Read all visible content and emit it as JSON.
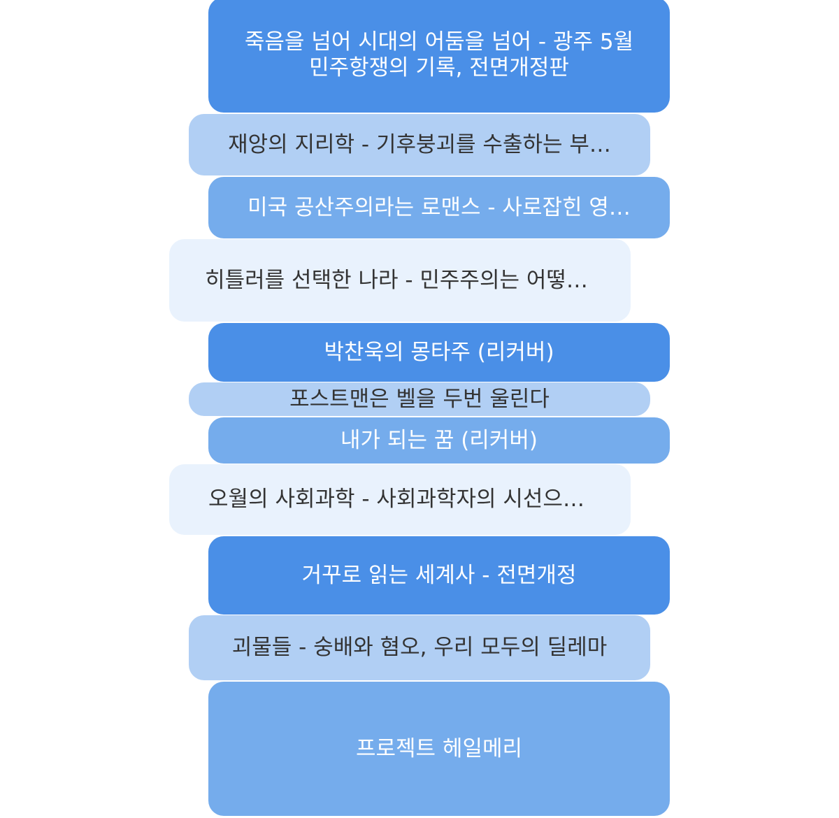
{
  "books": [
    {
      "title": "죽음을 넘어 시대의 어둠을 넘어 - 광주 5월 민주항쟁의 기록, 전면개정판"
    },
    {
      "title": "재앙의 지리학 - 기후붕괴를 수출하는 부…"
    },
    {
      "title": "미국 공산주의라는 로맨스 - 사로잡힌 영…"
    },
    {
      "title": "히틀러를 선택한 나라 - 민주주의는 어떻…"
    },
    {
      "title": "박찬욱의 몽타주 (리커버)"
    },
    {
      "title": "포스트맨은 벨을 두번 울린다"
    },
    {
      "title": "내가 되는 꿈 (리커버)"
    },
    {
      "title": "오월의 사회과학 - 사회과학자의 시선으…"
    },
    {
      "title": "거꾸로 읽는 세계사 - 전면개정"
    },
    {
      "title": "괴물들 - 숭배와 혐오, 우리 모두의 딜레마"
    },
    {
      "title": "프로젝트 헤일메리"
    }
  ]
}
